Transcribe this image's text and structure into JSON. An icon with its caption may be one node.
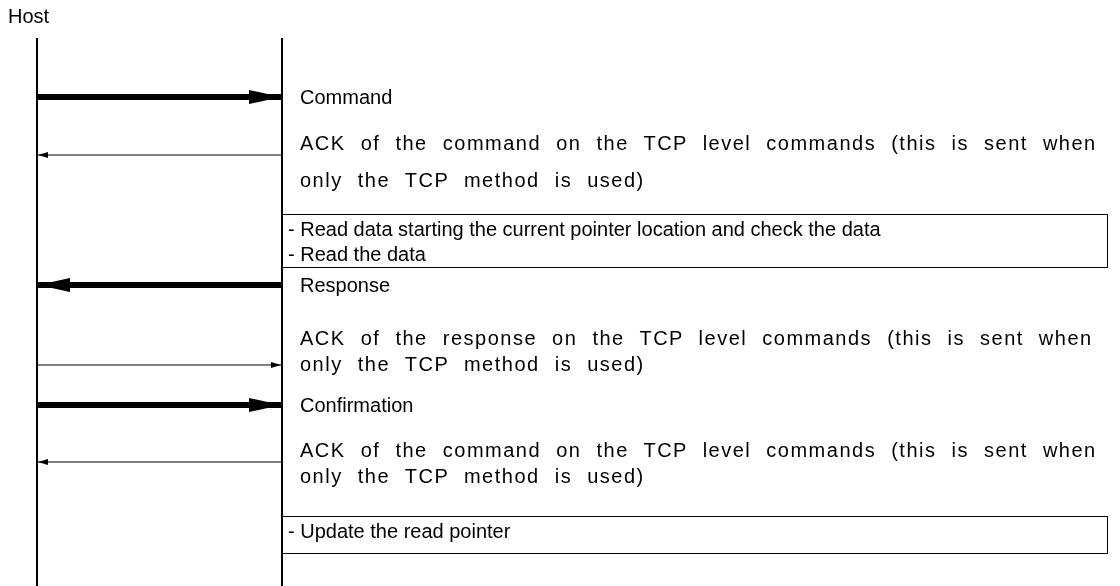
{
  "diagram": {
    "nodes": [
      {
        "text": [
          "Host"
        ]
      },
      {
        "text": [],
        "shape": "bar"
      },
      {
        "text": [
          "- Read data starting the current pointer location and check the data",
          "- Read the data"
        ]
      },
      {
        "text": [
          "- Update the read pointer"
        ]
      }
    ],
    "edges": [
      {
        "from": 0,
        "to": 1,
        "arrow": "to",
        "style": "thick",
        "label": "Command"
      },
      {
        "from": 1,
        "to": 0,
        "arrow": "to",
        "label": "ACK of the command on the TCP level commands (this is sent when only the TCP method is used)"
      },
      {
        "from": 1,
        "to": 0,
        "arrow": "to",
        "style": "thick",
        "label": "Response"
      },
      {
        "from": 0,
        "to": 1,
        "arrow": "to",
        "label": "ACK of the response on the TCP level commands (this is sent when only the TCP method is used)"
      },
      {
        "from": 0,
        "to": 1,
        "arrow": "to",
        "style": "thick",
        "label": "Confirmation"
      },
      {
        "from": 1,
        "to": 0,
        "arrow": "to",
        "label": "ACK of the command on the TCP level commands (this is sent when only the TCP method is used)"
      }
    ]
  }
}
